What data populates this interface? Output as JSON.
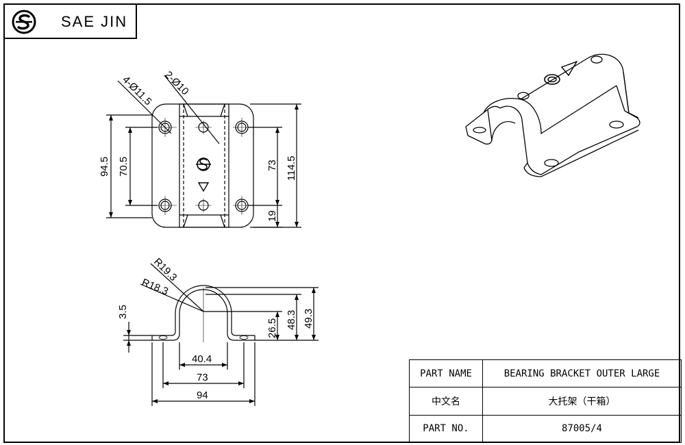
{
  "brand": {
    "name": "SAE JIN"
  },
  "top_view": {
    "holes_large": "4-Ø11.5",
    "holes_small": "2-Ø10",
    "width_outer": "94.5",
    "width_holes": "70.5",
    "length_holes": "73",
    "length_outer": "114.5",
    "edge_offset": "19"
  },
  "side_view": {
    "outer_radius": "R19.3",
    "inner_radius": "R18.3",
    "thickness": "3.5",
    "center_height": "26.5",
    "inner_height": "48.3",
    "total_height": "49.3",
    "inner_width": "40.4",
    "hole_span": "73",
    "total_width": "94"
  },
  "title_block": {
    "part_name_label": "PART NAME",
    "part_name_value": "BEARING BRACKET OUTER LARGE",
    "cn_name_label": "中文名",
    "cn_name_value": "大托架（干箱）",
    "part_no_label": "PART NO.",
    "part_no_value": "87005/4"
  }
}
